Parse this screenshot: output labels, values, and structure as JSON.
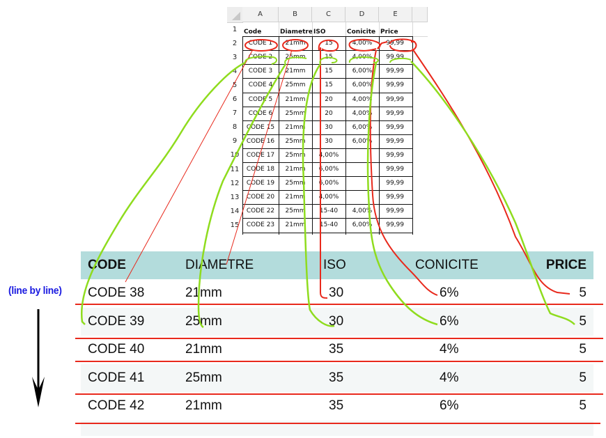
{
  "spreadsheet": {
    "column_letters": [
      "A",
      "B",
      "C",
      "D",
      "E"
    ],
    "row_numbers": [
      "1",
      "2",
      "3",
      "4",
      "5",
      "6",
      "7",
      "8",
      "9",
      "10",
      "11",
      "12",
      "13",
      "14",
      "15"
    ],
    "headers": [
      "Code",
      "Diametre",
      "ISO",
      "Conicite",
      "Price"
    ],
    "rows": [
      [
        "CODE 1",
        "21mm",
        "15",
        "4,00%",
        "99,99"
      ],
      [
        "CODE 2",
        "25mm",
        "15",
        "4,00%",
        "99,99"
      ],
      [
        "CODE 3",
        "21mm",
        "15",
        "6,00%",
        "99,99"
      ],
      [
        "CODE 4",
        "25mm",
        "15",
        "6,00%",
        "99,99"
      ],
      [
        "CODE 5",
        "21mm",
        "20",
        "4,00%",
        "99,99"
      ],
      [
        "CODE 6",
        "25mm",
        "20",
        "4,00%",
        "99,99"
      ],
      [
        "CODE 15",
        "21mm",
        "30",
        "6,00%",
        "99,99"
      ],
      [
        "CODE 16",
        "25mm",
        "30",
        "6,00%",
        "99,99"
      ],
      [
        "CODE 17",
        "25mm",
        "4,00%",
        "",
        "99,99"
      ],
      [
        "CODE 18",
        "21mm",
        "6,00%",
        "",
        "99,99"
      ],
      [
        "CODE 19",
        "25mm",
        "6,00%",
        "",
        "99,99"
      ],
      [
        "CODE 20",
        "21mm",
        "4,00%",
        "",
        "99,99"
      ],
      [
        "CODE 22",
        "25mm",
        "15-40",
        "4,00%",
        "99,99"
      ],
      [
        "CODE 23",
        "21mm",
        "15-40",
        "6,00%",
        "99,99"
      ]
    ]
  },
  "annotation": {
    "label": "(line by line)",
    "color": "#1a1ae0"
  },
  "target_table": {
    "header_bg": "#b3dcdc",
    "headers": [
      "CODE",
      "DIAMETRE",
      "ISO",
      "CONICITE",
      "PRICE"
    ],
    "rows": [
      [
        "CODE 38",
        "21mm",
        "30",
        "6%",
        "5"
      ],
      [
        "CODE 39",
        "25mm",
        "30",
        "6%",
        "5"
      ],
      [
        "CODE 40",
        "21mm",
        "35",
        "4%",
        "5"
      ],
      [
        "CODE 41",
        "25mm",
        "35",
        "4%",
        "5"
      ],
      [
        "CODE 42",
        "21mm",
        "35",
        "6%",
        "5"
      ]
    ]
  },
  "colors": {
    "mapping_row_1": "#e8291c",
    "mapping_row_2": "#8fdc1e",
    "row_separator": "#e8291c"
  }
}
